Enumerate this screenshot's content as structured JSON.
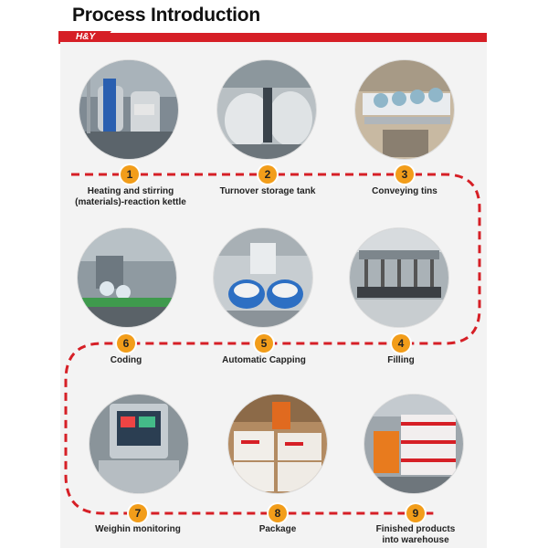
{
  "header": {
    "title": "Process Introduction",
    "brand": "H&Y"
  },
  "colors": {
    "accent": "#d61f26",
    "step_badge": "#f29d1a",
    "panel": "#f3f3f3"
  },
  "steps": [
    {
      "number": "1",
      "label": "Heating and stirring (materials)-reaction kettle"
    },
    {
      "number": "2",
      "label": "Turnover storage tank"
    },
    {
      "number": "3",
      "label": "Conveying tins"
    },
    {
      "number": "4",
      "label": "Filling"
    },
    {
      "number": "5",
      "label": "Automatic Capping"
    },
    {
      "number": "6",
      "label": "Coding"
    },
    {
      "number": "7",
      "label": "Weighin monitoring"
    },
    {
      "number": "8",
      "label": "Package"
    },
    {
      "number": "9",
      "label": "Finished products into warehouse"
    }
  ]
}
